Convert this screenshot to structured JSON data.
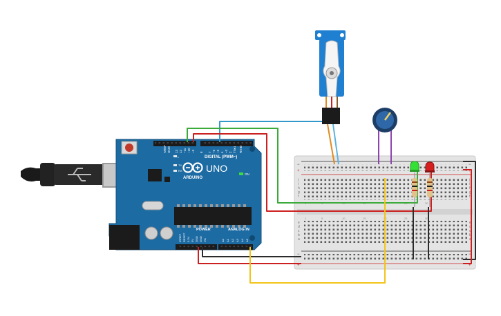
{
  "arduino": {
    "brand": "ARDUINO",
    "model": "UNO",
    "digital_label": "DIGITAL (PWM~)",
    "power_label": "POWER",
    "analog_label": "ANALOG IN",
    "on_label": "ON",
    "tx_label": "TX",
    "rx_label": "RX",
    "l_label": "L",
    "aref_label": "AREF",
    "gnd_label": "GND",
    "digital_pins": [
      "13",
      "12",
      "~11",
      "~10",
      "~9",
      "8",
      "7",
      "~6",
      "~5",
      "4",
      "~3",
      "2",
      "TX▸1",
      "RX◂0"
    ],
    "power_pins": [
      "IOREF",
      "RESET",
      "3.3V",
      "5V",
      "GND",
      "GND",
      "Vin"
    ],
    "analog_pins": [
      "A0",
      "A1",
      "A2",
      "A3",
      "A4",
      "A5"
    ]
  },
  "breadboard": {
    "row_letters_top": [
      "j",
      "i",
      "h",
      "g",
      "f"
    ],
    "row_letters_bottom": [
      "e",
      "d",
      "c",
      "b",
      "a"
    ],
    "plus_label": "+",
    "minus_label": "−",
    "column_numbers": [
      "1",
      "5",
      "10",
      "15",
      "20",
      "25",
      "30"
    ]
  },
  "components": {
    "servo": "servo",
    "potentiometer": "potentiometer",
    "led_green": "green",
    "led_red": "red"
  },
  "colors": {
    "board": "#1d6ba3",
    "breadboard": "#e4e4e4",
    "wire_red": "#cc1f1f",
    "wire_black": "#2b2b2b",
    "wire_green": "#3aab3a",
    "wire_blue": "#3399cc",
    "wire_yellow": "#f2c418",
    "wire_purple": "#8e44ad",
    "wire_orange": "#e08a1e",
    "servo_blue": "#1f7fd0"
  }
}
